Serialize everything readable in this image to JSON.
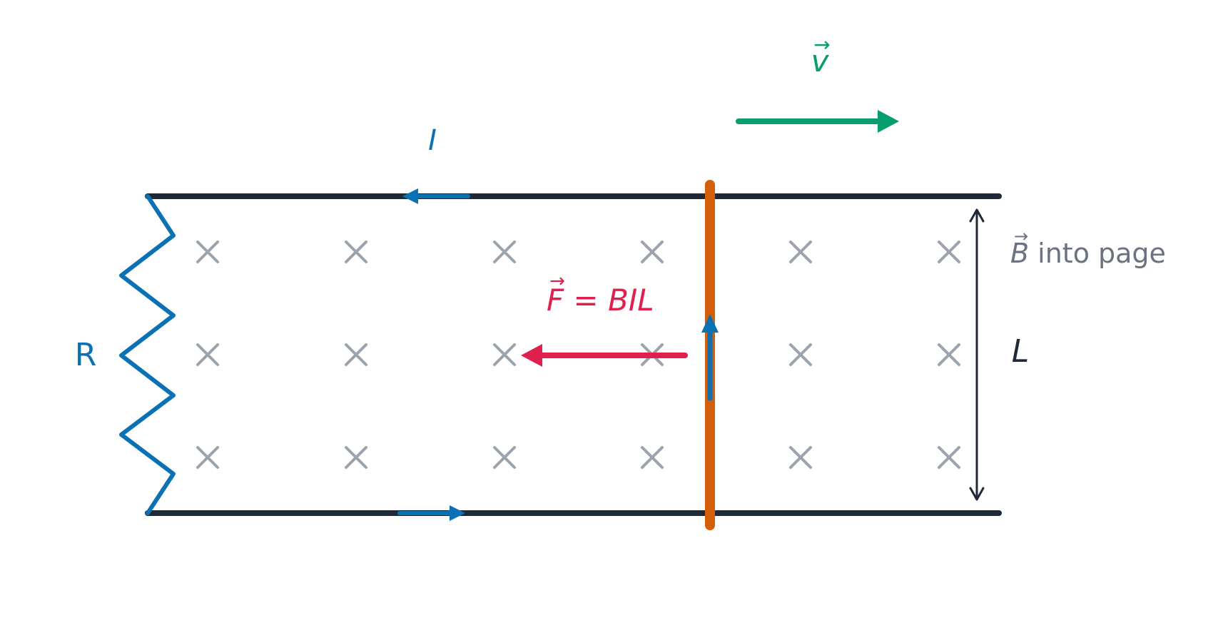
{
  "labels": {
    "velocity": "v",
    "current": "I",
    "force_vec": "F",
    "force_eq": " = BIL",
    "field_vec": "B",
    "field_text": " into page",
    "resistor": "R",
    "length": "L"
  },
  "field_symbol": "×",
  "colors": {
    "rail": "#1f2937",
    "rod": "#d35f0a",
    "current": "#0a72b4",
    "velocity": "#079d6f",
    "force": "#e0214e",
    "field": "#9ca3af",
    "field_text": "#6b7280",
    "length": "#1f2937"
  },
  "icons": {
    "field_marker": "cross-icon",
    "arrows": "arrow-icon"
  }
}
